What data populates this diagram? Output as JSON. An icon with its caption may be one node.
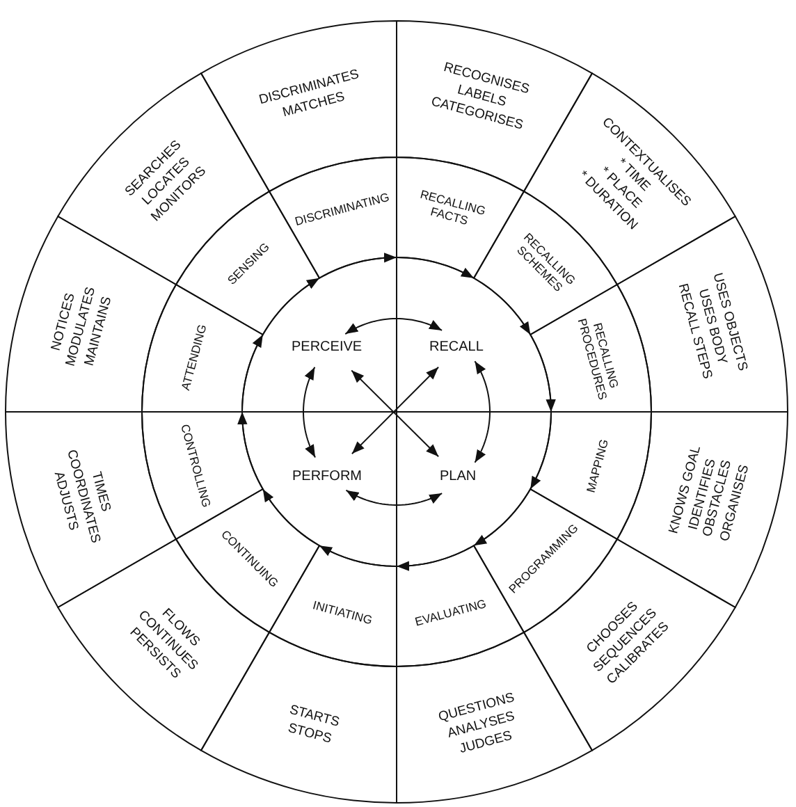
{
  "diagram": {
    "nodes": [
      {
        "text": [
          "RECALLING FACTS"
        ]
      },
      {
        "text": [
          "RECALLING SCHEMES"
        ]
      },
      {
        "text": [
          "RECALLING PROCEDURES"
        ]
      },
      {
        "text": [
          "MAPPING"
        ]
      },
      {
        "text": [
          "PROGRAMMING"
        ]
      },
      {
        "text": [
          "EVALUATING"
        ]
      },
      {
        "text": [
          "INITIATING"
        ]
      },
      {
        "text": [
          "CONTINUING"
        ]
      },
      {
        "text": [
          "CONTROLLING"
        ]
      },
      {
        "text": [
          "ATTENDING"
        ]
      },
      {
        "text": [
          "SENSING"
        ]
      },
      {
        "text": [
          "DISCRIMINATING"
        ]
      },
      {
        "text": [
          "RECOGNISES",
          "LABELS",
          "CATEGORISES"
        ]
      },
      {
        "text": [
          "CONTEXTUALISES",
          "* TIME",
          "* PLACE",
          "* DURATION"
        ]
      },
      {
        "text": [
          "USES OBJECTS",
          "USES BODY",
          "RECALL STEPS"
        ]
      },
      {
        "text": [
          "KNOWS GOAL",
          "IDENTIFIES OBSTACLES",
          "ORGANISES"
        ]
      },
      {
        "text": [
          "CHOOSES",
          "SEQUENCES",
          "CALIBRATES"
        ]
      },
      {
        "text": [
          "QUESTIONS",
          "ANALYSES",
          "JUDGES"
        ]
      },
      {
        "text": [
          "STARTS",
          "STOPS"
        ]
      },
      {
        "text": [
          "FLOWS",
          "CONTINUES",
          "PERSISTS"
        ]
      },
      {
        "text": [
          "TIMES",
          "COORDINATES",
          "ADJUSTS"
        ]
      },
      {
        "text": [
          "NOTICES",
          "MODULATES",
          "MAINTAINS"
        ]
      },
      {
        "text": [
          "SEARCHES",
          "LOCATES",
          "MONITORS"
        ]
      },
      {
        "text": [
          "DISCRIMINATES",
          "MATCHES"
        ]
      },
      {
        "text": [
          "PERCEIVE"
        ]
      },
      {
        "text": [
          "RECALL"
        ]
      },
      {
        "text": [
          "PERFORM"
        ]
      },
      {
        "text": [
          "PLAN"
        ]
      }
    ],
    "edges": [
      {
        "from": 0,
        "to": 1,
        "arrow": "to"
      },
      {
        "from": 1,
        "to": 2,
        "arrow": "to"
      },
      {
        "from": 2,
        "to": 3,
        "arrow": "to"
      },
      {
        "from": 3,
        "to": 4,
        "arrow": "to"
      },
      {
        "from": 4,
        "to": 5,
        "arrow": "to"
      },
      {
        "from": 5,
        "to": 6,
        "arrow": "to"
      },
      {
        "from": 6,
        "to": 7,
        "arrow": "to"
      },
      {
        "from": 7,
        "to": 8,
        "arrow": "to"
      },
      {
        "from": 8,
        "to": 9,
        "arrow": "to"
      },
      {
        "from": 9,
        "to": 10,
        "arrow": "to"
      },
      {
        "from": 10,
        "to": 11,
        "arrow": "to"
      },
      {
        "from": 11,
        "to": 0,
        "arrow": "to"
      },
      {
        "from": 24,
        "to": 25,
        "arrow": "both"
      },
      {
        "from": 25,
        "to": 27,
        "arrow": "both"
      },
      {
        "from": 27,
        "to": 26,
        "arrow": "both"
      },
      {
        "from": 26,
        "to": 24,
        "arrow": "both"
      },
      {
        "from": 24,
        "to": 27,
        "arrow": "both"
      },
      {
        "from": 25,
        "to": 26,
        "arrow": "both"
      }
    ]
  }
}
